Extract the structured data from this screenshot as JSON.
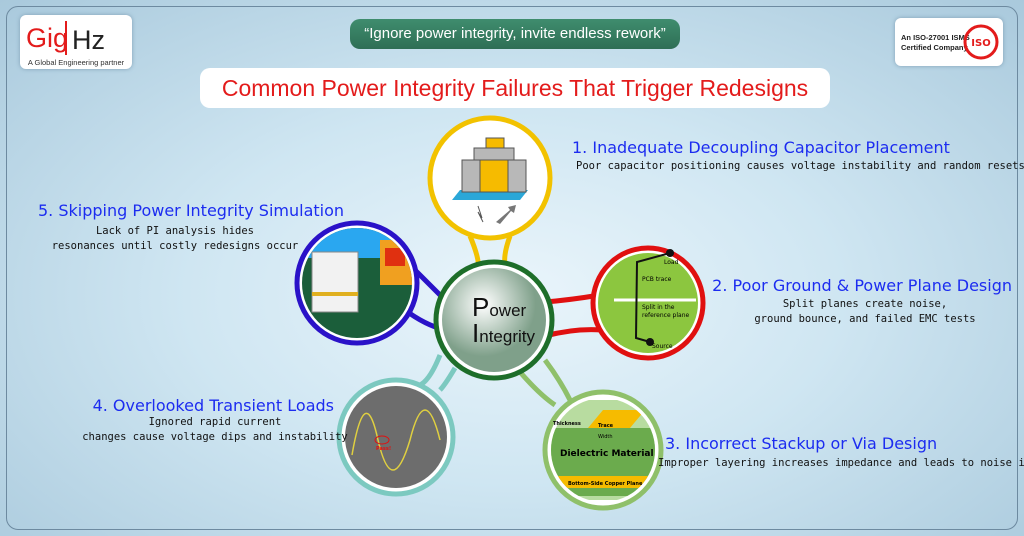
{
  "header": {
    "quote": "“Ignore power integrity, invite endless rework”",
    "title": "Common Power Integrity Failures That Trigger Redesigns",
    "logo": {
      "text": "GigHz",
      "tagline": "A Global Engineering partner"
    },
    "certification": {
      "line1": "An ISO-27001 ISMS",
      "line2": "Certified Company",
      "seal": "ISO"
    }
  },
  "center": {
    "line1_initial": "P",
    "line1_rest": "ower",
    "line2_initial": "I",
    "line2_rest": "ntegrity"
  },
  "items": [
    {
      "title": "1. Inadequate Decoupling Capacitor Placement",
      "desc": [
        "Poor capacitor positioning causes voltage instability and random resets"
      ],
      "color": "#f2c200"
    },
    {
      "title": "2. Poor Ground & Power Plane Design",
      "desc": [
        "Split planes create noise,",
        "ground bounce, and failed EMC tests"
      ],
      "color": "#e01010",
      "image_labels": [
        "Load",
        "PCB trace",
        "Split in the",
        "reference plane",
        "Source"
      ]
    },
    {
      "title": "3. Incorrect Stackup or Via Design",
      "desc": [
        "Improper layering increases impedance and leads to noise issues"
      ],
      "color": "#8fc06a",
      "image_labels": [
        "Thickness",
        "Trace",
        "Width",
        "Dielectric Material",
        "Bottom-Side Copper Plane"
      ]
    },
    {
      "title": "4. Overlooked Transient Loads",
      "desc": [
        "Ignored rapid current",
        "changes cause voltage dips and instability"
      ],
      "color": "#7cc9c0",
      "image_labels": [
        "Pass!"
      ]
    },
    {
      "title": "5. Skipping Power Integrity Simulation",
      "desc": [
        "Lack of PI analysis hides",
        "resonances until costly redesigns occur"
      ],
      "color": "#2a12c8"
    }
  ]
}
